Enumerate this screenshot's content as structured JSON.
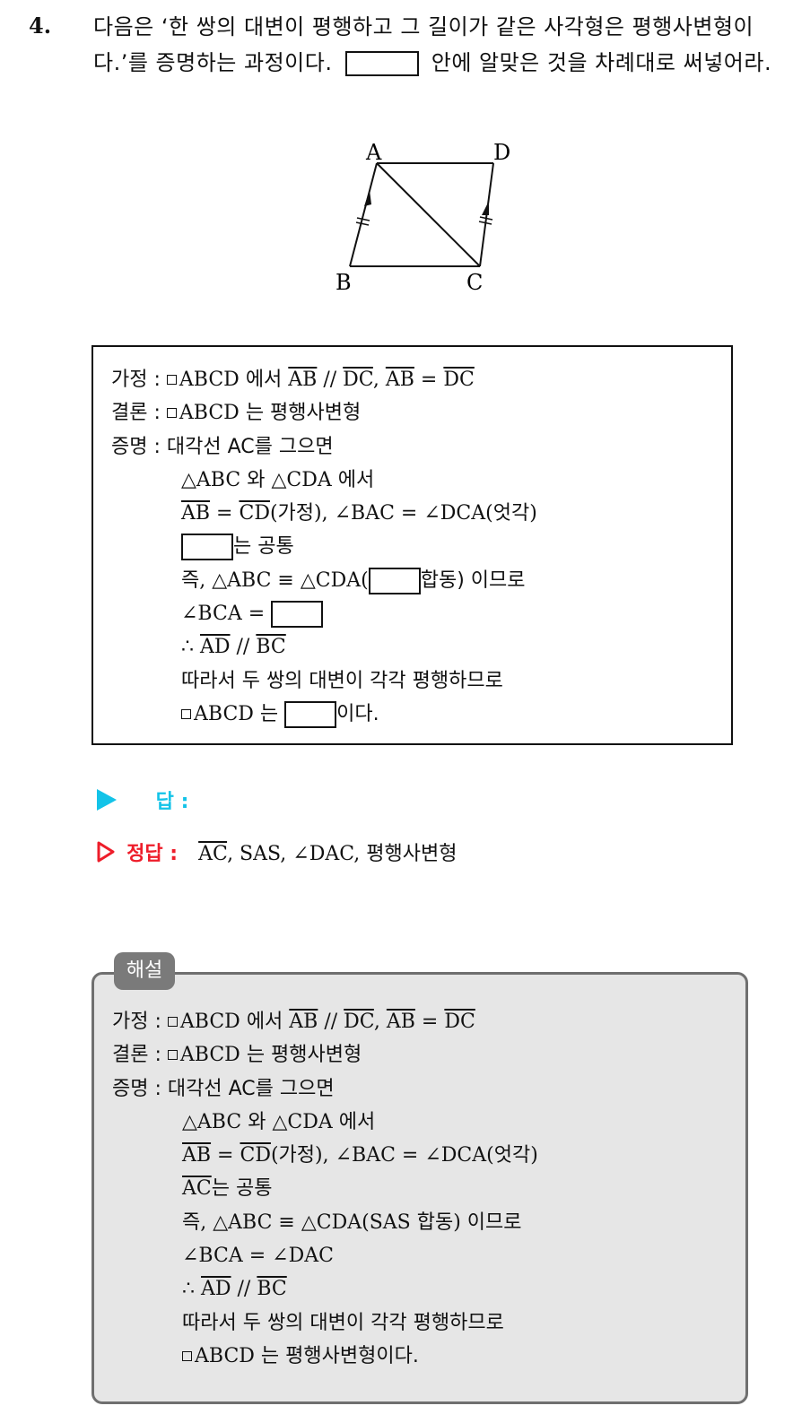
{
  "question": {
    "number": "4.",
    "text_part1": "다음은 ‘한 쌍의 대변이 평행하고 그 길이가 같은 사각형은 평행사변형이다.’를 증명하는 과정이다.",
    "text_part2": "안에 알맞은 것을 차례대로 써넣어라."
  },
  "figure": {
    "labels": {
      "A": "A",
      "B": "B",
      "C": "C",
      "D": "D"
    }
  },
  "proof": {
    "hyp_label": "가정 : ",
    "hyp_quad": "ABCD",
    "hyp_eseo": " 에서 ",
    "hyp_seg1": "AB",
    "hyp_par": " // ",
    "hyp_seg2": "DC",
    "hyp_comma": ", ",
    "hyp_seg3": "AB",
    "hyp_eq": " = ",
    "hyp_seg4": "DC",
    "con_label": "결론 : ",
    "con_quad": "ABCD",
    "con_text": " 는 평행사변형",
    "pf_label": "증명 :  ",
    "pf_diag": "대각선 AC를 그으면",
    "l4": "△ABC 와 △CDA 에서",
    "l5_seg1": "AB",
    "l5_eq": " = ",
    "l5_seg2": "CD",
    "l5_rest": "(가정),  ∠BAC = ∠DCA(엇각)",
    "l6_text": "는 공통",
    "l7_pre": "즉, △ABC ≡ △CDA(",
    "l7_post": "합동) 이므로",
    "l8_text": "∠BCA = ",
    "l9_therefore": "∴  ",
    "l9_seg1": "AD",
    "l9_par": " // ",
    "l9_seg2": "BC",
    "l10": "따라서 두 쌍의 대변이 각각 평행하므로",
    "l11_quad": "ABCD",
    "l11_mid": " 는 ",
    "l11_end": "이다."
  },
  "answer": {
    "label": "답 :",
    "correct_label": "정답 :",
    "correct_seg": "AC",
    "correct_rest": ", SAS, ∠DAC, ",
    "correct_word": "평행사변형"
  },
  "solution": {
    "tab": "해설",
    "l6_seg": "AC",
    "l6_text": "는 공통",
    "l7": "즉, △ABC ≡ △CDA(SAS 합동) 이므로",
    "l8": "∠BCA = ∠DAC",
    "l11_end": " 는 평행사변형이다."
  },
  "colors": {
    "accent_cyan": "#13c3e8",
    "accent_red": "#ee1d2a",
    "solution_bg": "#e6e6e6",
    "tab_bg": "#7a7a7a"
  }
}
